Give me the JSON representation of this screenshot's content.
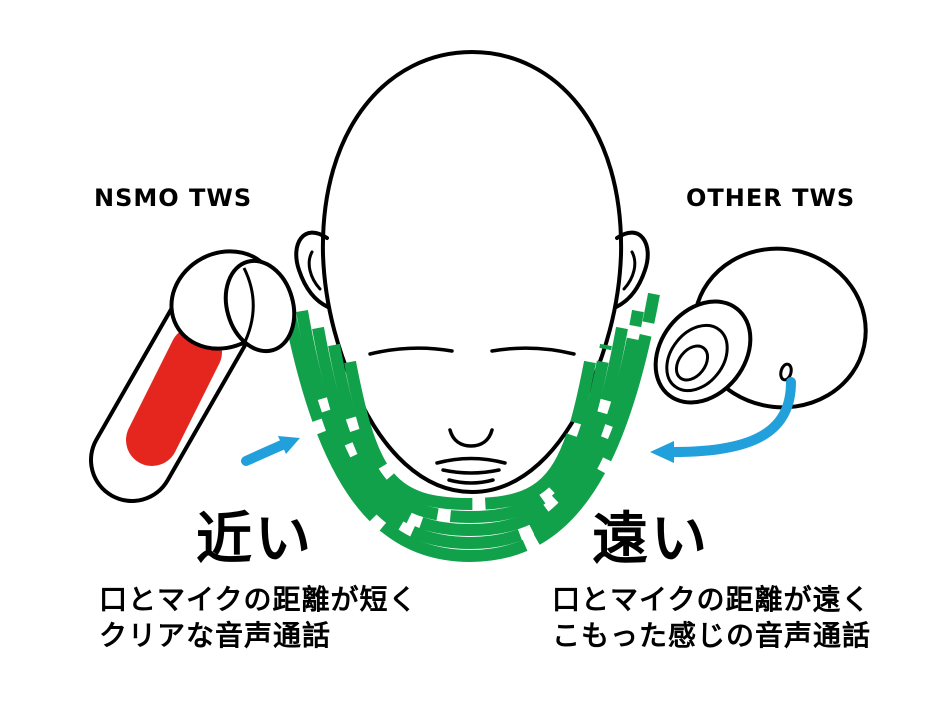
{
  "left": {
    "brand": "NSMO TWS",
    "distance_label": "近い",
    "description_line1": "口とマイクの距離が短く",
    "description_line2": "クリアな音声通話"
  },
  "right": {
    "brand": "OTHER TWS",
    "distance_label": "遠い",
    "description_line1": "口とマイクの距離が遠く",
    "description_line2": "こもった感じの音声通話"
  },
  "colors": {
    "outline": "#000000",
    "wave_green": "#12a14b",
    "arrow_blue": "#22a0dc",
    "accent_red": "#e5261f"
  }
}
